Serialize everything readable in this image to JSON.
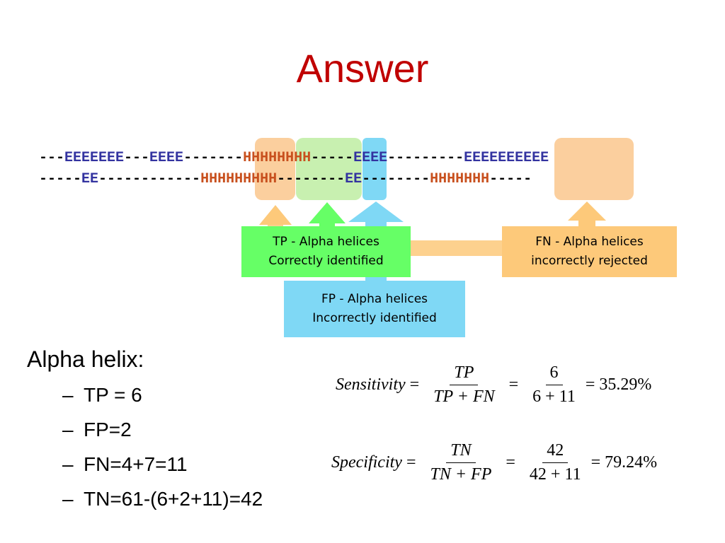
{
  "title": "Answer",
  "sequence": {
    "line1": [
      {
        "t": "---",
        "c": "n"
      },
      {
        "t": "EEEEEEE",
        "c": "E"
      },
      {
        "t": "---",
        "c": "n"
      },
      {
        "t": "EEEE",
        "c": "E"
      },
      {
        "t": "-------",
        "c": "n"
      },
      {
        "t": "HHHHHHHH",
        "c": "H"
      },
      {
        "t": "-----",
        "c": "n"
      },
      {
        "t": "EEEE",
        "c": "E"
      },
      {
        "t": "---------",
        "c": "n"
      },
      {
        "t": "EEEEEEEEEE",
        "c": "E"
      }
    ],
    "line2": [
      {
        "t": "-----",
        "c": "n"
      },
      {
        "t": "EE",
        "c": "E"
      },
      {
        "t": "------------",
        "c": "n"
      },
      {
        "t": "HHHHHHHHH",
        "c": "H"
      },
      {
        "t": "--------",
        "c": "n"
      },
      {
        "t": "EE",
        "c": "E"
      },
      {
        "t": "--------",
        "c": "n"
      },
      {
        "t": "HHHHHHH",
        "c": "H"
      },
      {
        "t": "-----",
        "c": "n"
      }
    ]
  },
  "boxes": {
    "tp": {
      "line1": "TP - Alpha helices",
      "line2": "Correctly identified",
      "color": "#66ff66"
    },
    "fp": {
      "line1": "FP - Alpha helices",
      "line2": "Incorrectly identified",
      "color": "#7fd8f5"
    },
    "fn": {
      "line1": "FN - Alpha helices",
      "line2": "incorrectly rejected",
      "color": "#fdc97a"
    }
  },
  "highlight_colors": {
    "fn": "#fbcf9e",
    "tp": "#c8f0b0",
    "fp": "#7fd8f5"
  },
  "alpha_helix": {
    "heading": "Alpha helix:",
    "items": [
      "TP = 6",
      "FP=2",
      "FN=4+7=11",
      "TN=61-(6+2+11)=42"
    ]
  },
  "formulas": {
    "sensitivity": {
      "name": "Sensitivity",
      "eq": "=",
      "frac1_num": "TP",
      "frac1_den": "TP + FN",
      "frac2_num": "6",
      "frac2_den": "6 + 11",
      "result": "= 35.29%"
    },
    "specificity": {
      "name": "Specificity",
      "eq": "=",
      "frac1_num": "TN",
      "frac1_den": "TN + FP",
      "frac2_num": "42",
      "frac2_den": "42 + 11",
      "result": "= 79.24%"
    }
  }
}
